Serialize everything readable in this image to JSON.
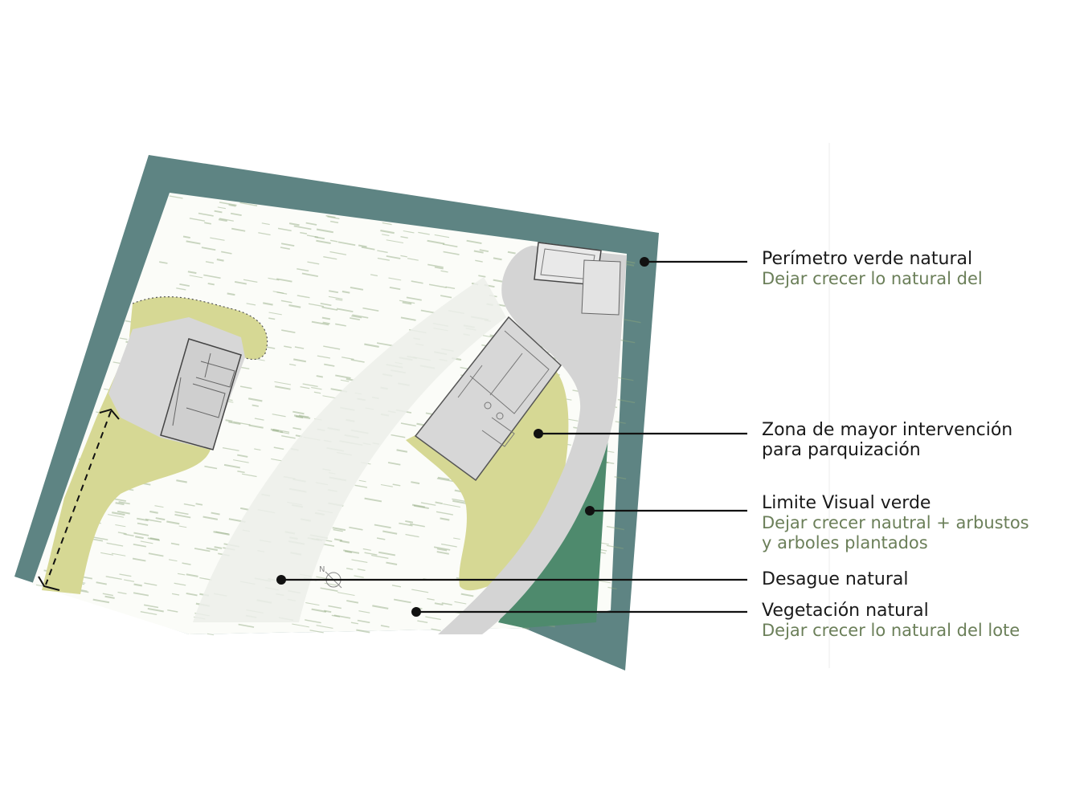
{
  "colors": {
    "perimeter": "#5e8483",
    "lawn": "#fbfcf8",
    "grass_stroke": "#8ea87d",
    "planting": "#d6d894",
    "pavement": "#d4d4d4",
    "building": "#d7d7d7",
    "visual_limit": "#4e8a6d",
    "drain": "#ecefea",
    "leader": "#111111",
    "subtitle": "#6b7f59"
  },
  "legend": [
    {
      "id": "perimetro",
      "title": "Perímetro verde natural",
      "subtitle": "Dejar crecer lo natural del"
    },
    {
      "id": "zona",
      "title": "Zona de mayor intervención",
      "title2": "para parquización"
    },
    {
      "id": "limite",
      "title": "Limite Visual verde",
      "subtitle": "Dejar crecer nautral + arbustos",
      "subtitle2": "y arboles plantados"
    },
    {
      "id": "desague",
      "title": "Desague natural"
    },
    {
      "id": "vegetacion",
      "title": "Vegetación natural",
      "subtitle": "Dejar crecer lo natural del lote"
    }
  ],
  "north_label": "N"
}
